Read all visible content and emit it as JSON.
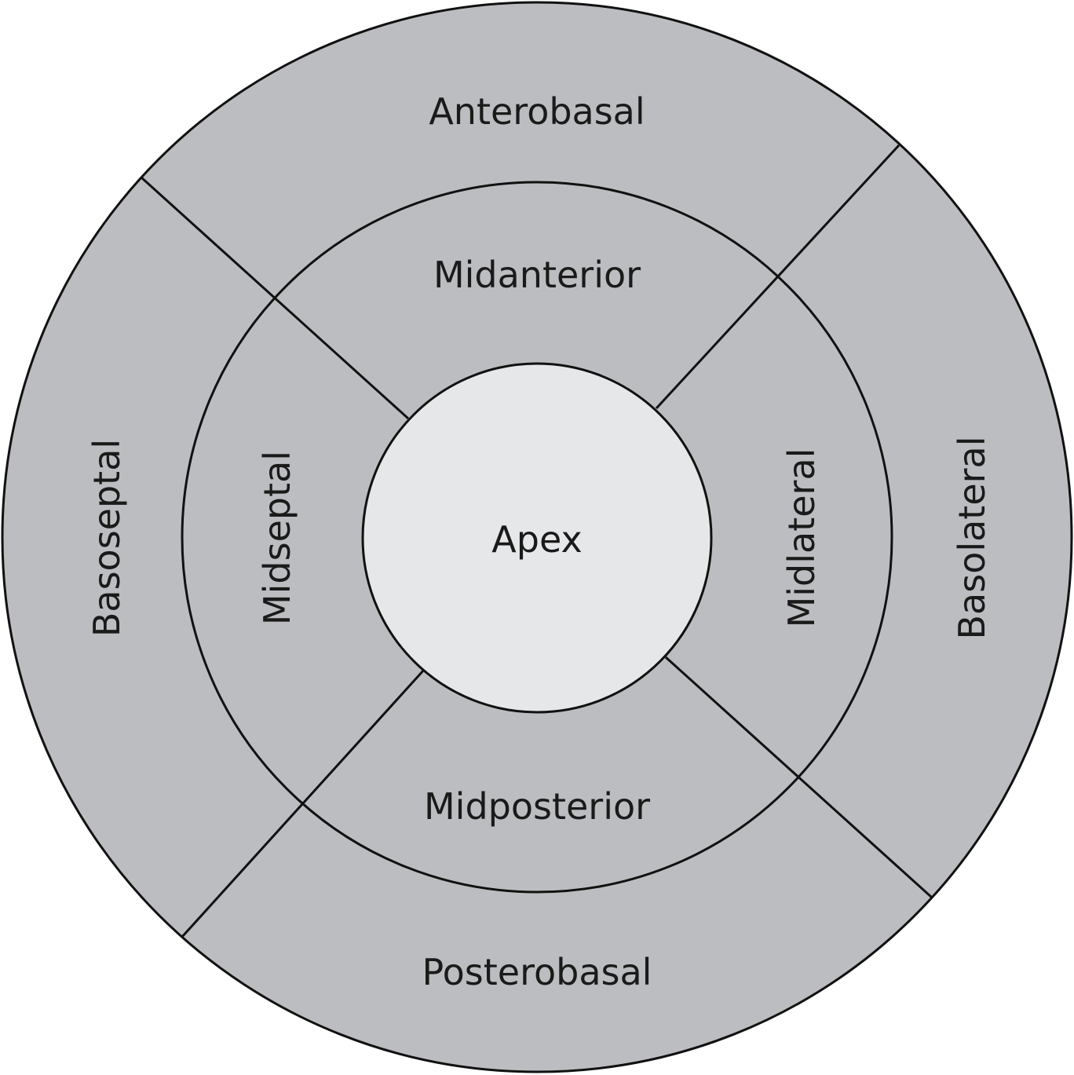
{
  "colors": {
    "segment_fill": "#bcbdc0",
    "apex_fill": "#e6e7e9",
    "stroke": "#111111"
  },
  "segments": {
    "anterobasal": "Anterobasal",
    "midanterior": "Midanterior",
    "basoseptal": "Basoseptal",
    "midseptal": "Midseptal",
    "apex": "Apex",
    "midlateral": "Midlateral",
    "basolateral": "Basolateral",
    "midposterior": "Midposterior",
    "posterobasal": "Posterobasal"
  }
}
